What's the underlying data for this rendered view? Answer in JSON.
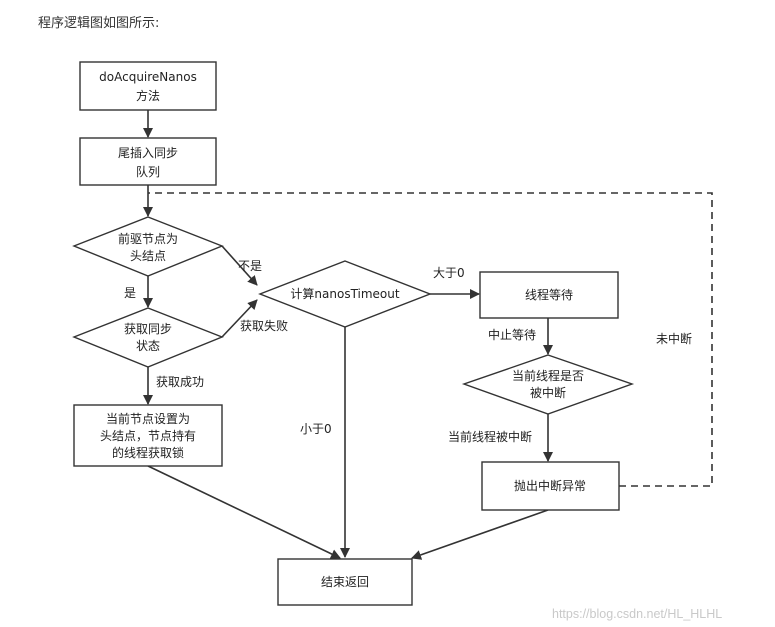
{
  "intro_text": "程序逻辑图如图所示:",
  "nodes": {
    "start": [
      "doAcquireNanos",
      "方法"
    ],
    "enqueue": [
      "尾插入同步",
      "队列"
    ],
    "pred_head": [
      "前驱节点为",
      "头结点"
    ],
    "try_acquire": [
      "获取同步",
      "状态"
    ],
    "set_head": [
      "当前节点设置为",
      "头结点，节点持有",
      "的线程获取锁"
    ],
    "calc_timeout": [
      "计算nanosTimeout"
    ],
    "thread_wait": [
      "线程等待"
    ],
    "interrupted_check": [
      "当前线程是否",
      "被中断"
    ],
    "throw_interrupt": [
      "抛出中断异常"
    ],
    "end": [
      "结束返回"
    ]
  },
  "edge_labels": {
    "yes": "是",
    "no": "不是",
    "acquire_fail": "获取失败",
    "acquire_success": "获取成功",
    "greater_zero": "大于0",
    "less_zero": "小于0",
    "stop_wait": "中止等待",
    "thread_interrupted": "当前线程被中断",
    "not_interrupted": "未中断"
  },
  "watermark": "https://blog.csdn.net/HL_HLHL"
}
